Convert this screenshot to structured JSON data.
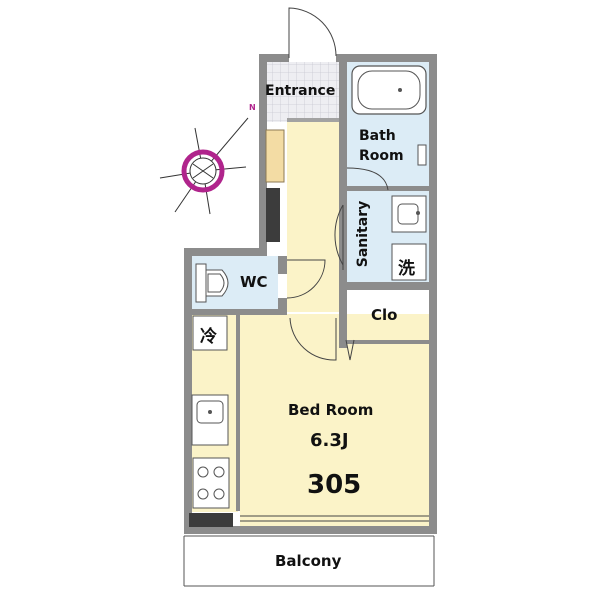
{
  "rooms": {
    "entrance": "Entrance",
    "bath": "Bath\nRoom",
    "sanitary": "Sanitary",
    "laundry": "洗",
    "wc": "WC",
    "closet": "Clo",
    "fridge": "冷",
    "bedroom": "Bed Room",
    "size": "6.3J",
    "unit_number": "305",
    "balcony": "Balcony"
  },
  "compass": {
    "north_mark": "N",
    "accent_color": "#b0248c"
  },
  "colors": {
    "wall": "#8c8c8c",
    "wall_dark": "#6e6e6e",
    "floor_main": "#fbf3c8",
    "floor_wet": "#dcecf6",
    "entrance_tile": "#e6e6ec",
    "fixture": "#ffffff",
    "wood_panel": "#f3dca4",
    "dark_panel": "#3c3c3c"
  }
}
